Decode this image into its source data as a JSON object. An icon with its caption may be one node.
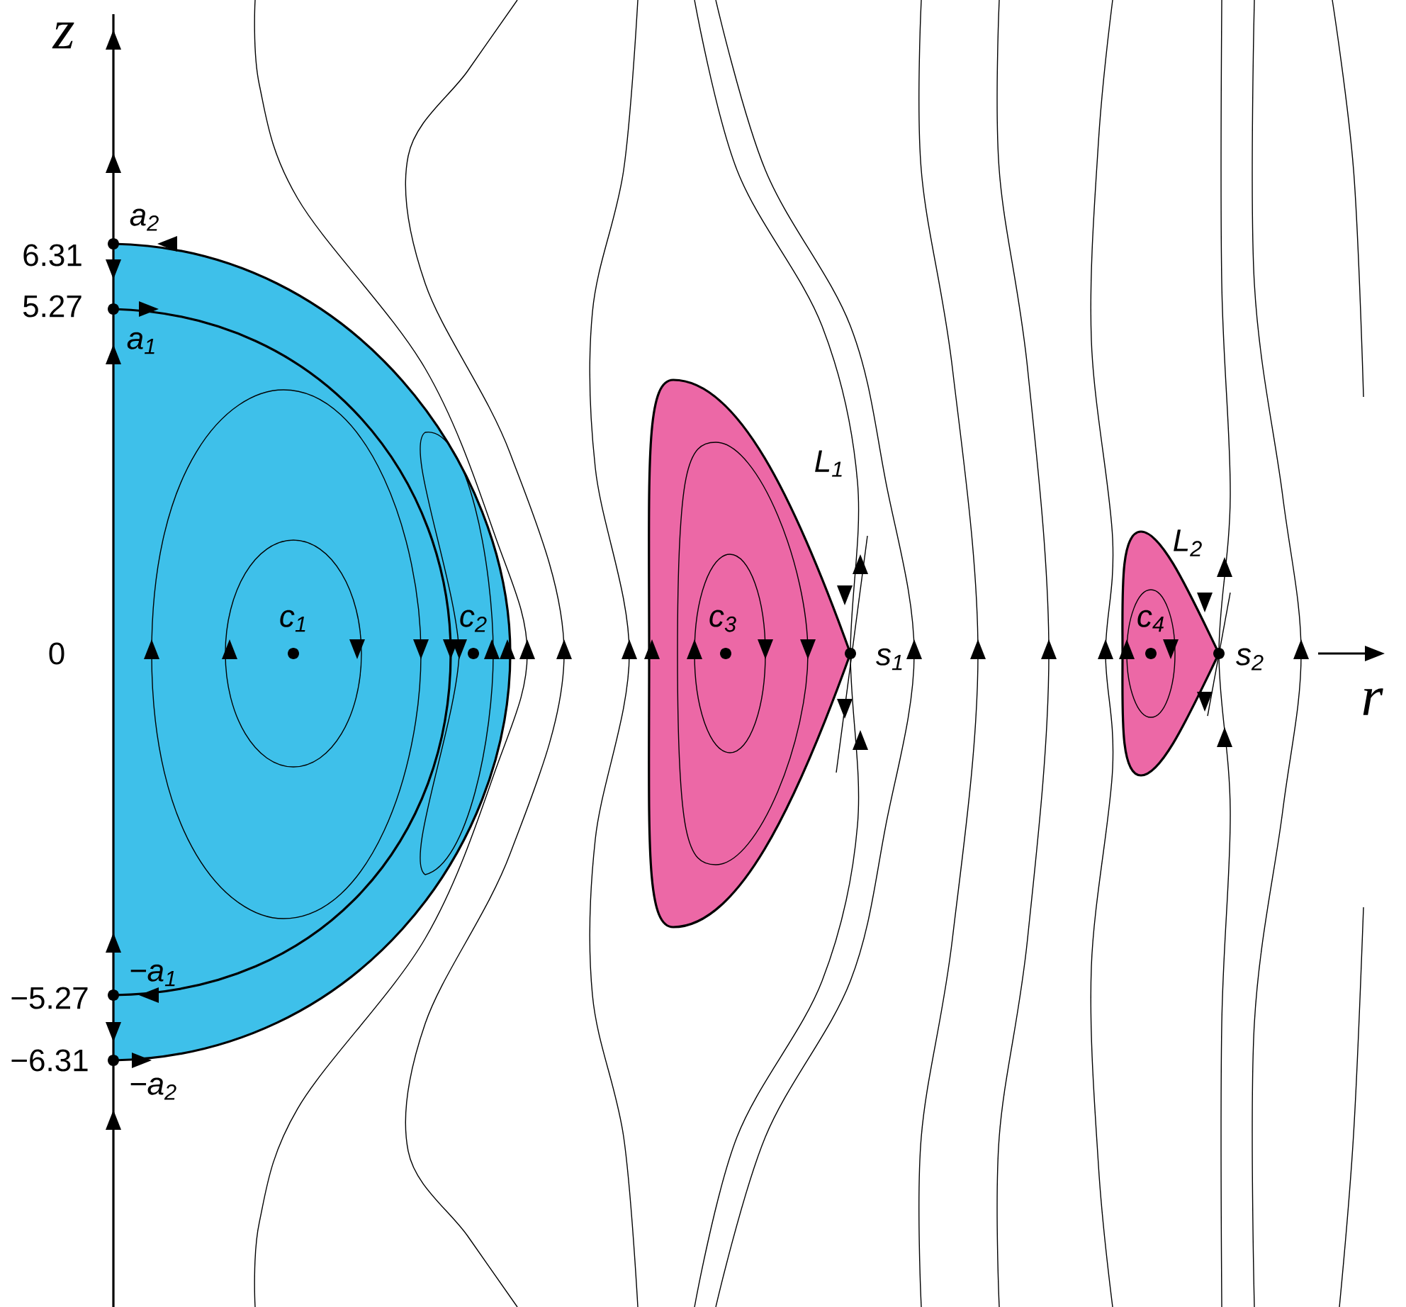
{
  "diagram": {
    "labels": [
      "z",
      "a$_{2}$",
      "6.31",
      "5.27",
      "a$_{1}$",
      "L$_{1}$",
      "L$_{2}$",
      "0",
      "c$_{1}$",
      "c$_{2}$",
      "c$_{3}$",
      "s$_{1}$",
      "c$_{4}$",
      "s$_{2}$",
      "r",
      "−a$_{1}$",
      "−5.27",
      "−6.31",
      "−a$_{2}$"
    ]
  }
}
